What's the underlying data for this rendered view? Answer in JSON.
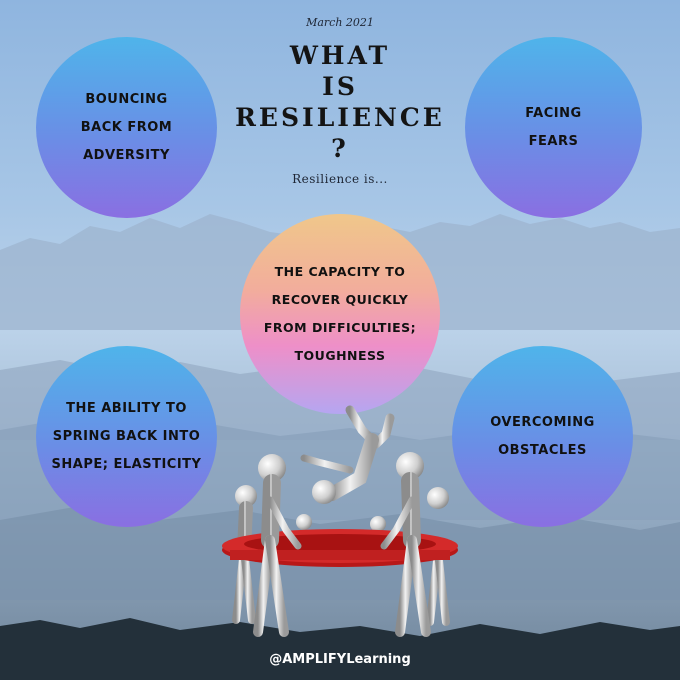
{
  "header": {
    "date": "March 2021",
    "title": "WHAT\nIS\nRESILIENCE\n?",
    "subtitle": "Resilience is..."
  },
  "circles": {
    "bouncing": "BOUNCING\nBACK FROM\nADVERSITY",
    "facing": "FACING\nFEARS",
    "capacity": "THE CAPACITY TO\nRECOVER QUICKLY\nFROM DIFFICULTIES;\nTOUGHNESS",
    "ability": "THE ABILITY TO\nSPRING BACK INTO\nSHAPE; ELASTICITY",
    "overcoming": "OVERCOMING\nOBSTACLES"
  },
  "footer": {
    "handle": "@AMPLIFYLearning"
  },
  "colors": {
    "sky": "#8fb5df",
    "circle_blue": "#4fb4ea",
    "circle_purple": "#8a6fe2",
    "center_orange": "#f0c78a",
    "center_pink": "#ee8fc8",
    "trampoline_red": "#c81e1e",
    "text": "#141414"
  },
  "illustration": {
    "name": "figures-catching-jumper-on-trampoline"
  }
}
